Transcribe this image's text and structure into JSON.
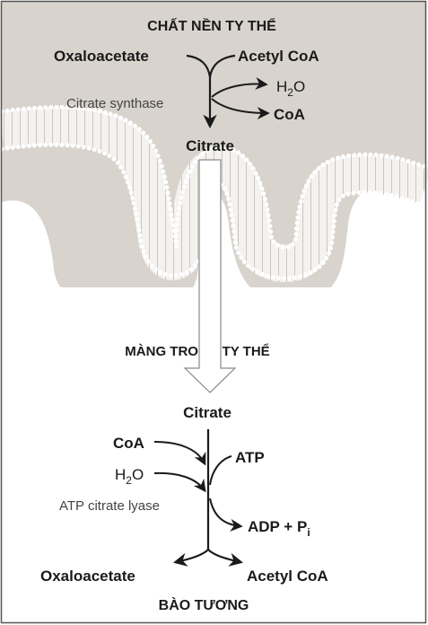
{
  "matrix": {
    "title": "CHẤT NỀN TY THỂ",
    "substrate_left": "Oxaloacetate",
    "substrate_right": "Acetyl CoA",
    "h2o_h": "H",
    "h2o_sub": "2",
    "h2o_o": "O",
    "coa_out": "CoA",
    "enzyme": "Citrate synthase",
    "product": "Citrate"
  },
  "membrane": {
    "label": "MÀNG TRONG TY THỂ"
  },
  "cytosol": {
    "title": "BÀO TƯƠNG",
    "substrate": "Citrate",
    "coa_in": "CoA",
    "h2o_h": "H",
    "h2o_sub": "2",
    "h2o_o": "O",
    "atp": "ATP",
    "enzyme": "ATP citrate lyase",
    "adp": "ADP + P",
    "adp_sub": "i",
    "product_left": "Oxaloacetate",
    "product_right": "Acetyl CoA"
  },
  "colors": {
    "matrix_fill": "#d8d3cd",
    "cytosol_fill": "#ffffff",
    "ink": "#1a1a1a"
  }
}
